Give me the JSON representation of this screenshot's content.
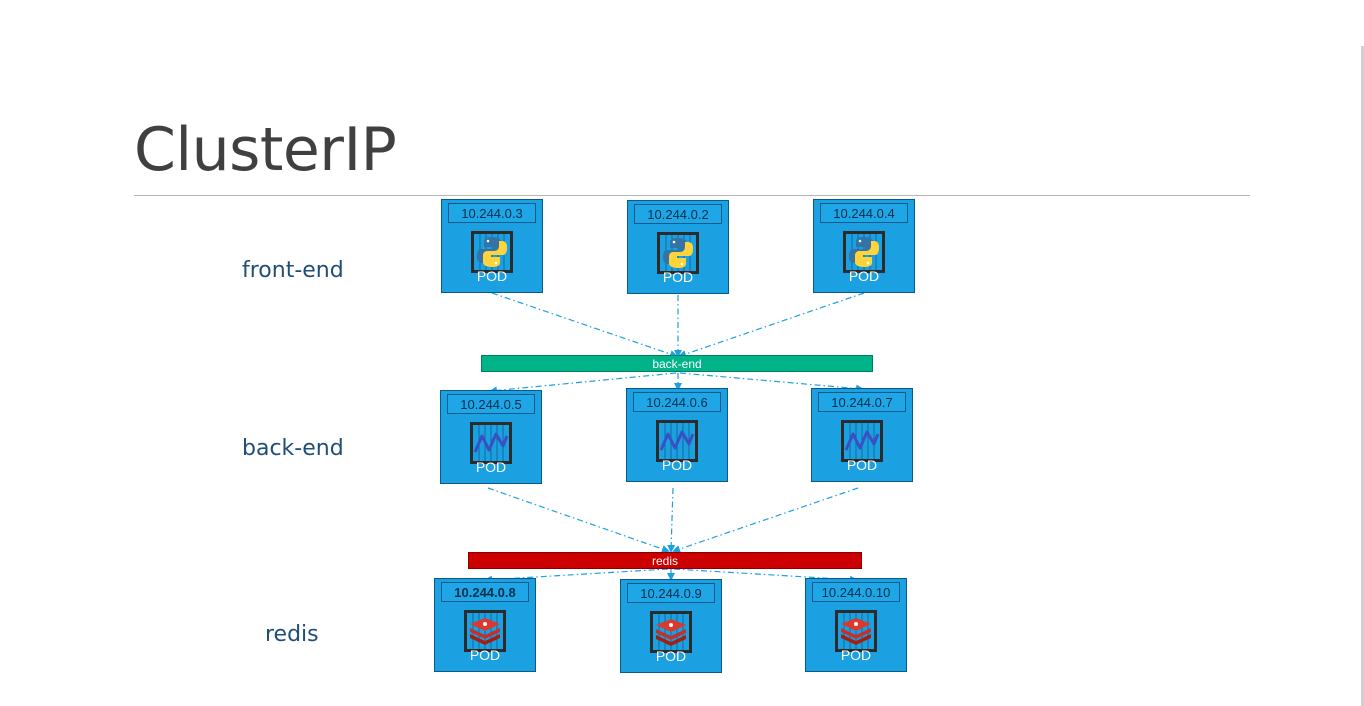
{
  "title": "ClusterIP",
  "tiers": [
    {
      "label": "front-end",
      "pods": [
        {
          "ip": "10.244.0.3",
          "label": "POD"
        },
        {
          "ip": "10.244.0.2",
          "label": "POD"
        },
        {
          "ip": "10.244.0.4",
          "label": "POD"
        }
      ]
    },
    {
      "label": "back-end",
      "pods": [
        {
          "ip": "10.244.0.5",
          "label": "POD"
        },
        {
          "ip": "10.244.0.6",
          "label": "POD"
        },
        {
          "ip": "10.244.0.7",
          "label": "POD"
        }
      ]
    },
    {
      "label": "redis",
      "pods": [
        {
          "ip": "10.244.0.8",
          "label": "POD"
        },
        {
          "ip": "10.244.0.9",
          "label": "POD"
        },
        {
          "ip": "10.244.0.10",
          "label": "POD"
        }
      ]
    }
  ],
  "services": [
    {
      "label": "back-end",
      "color": "#00b388"
    },
    {
      "label": "redis",
      "color": "#cc0000"
    }
  ],
  "icons": {
    "front-end": "python-icon",
    "back-end": "graph-icon",
    "redis": "redis-icon"
  },
  "colors": {
    "pod_fill": "#1ba1e2",
    "connector": "#1ba1e2",
    "tier_label": "#1f4e79"
  }
}
